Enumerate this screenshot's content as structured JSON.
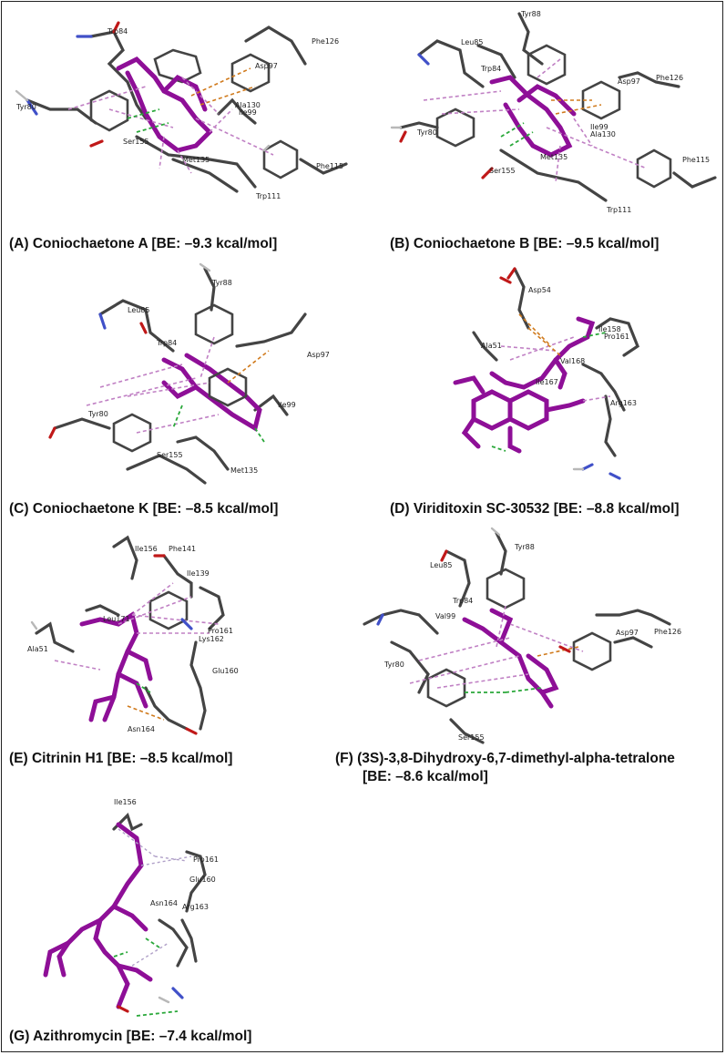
{
  "panels": [
    {
      "id": "A",
      "caption": "(A) Coniochaetone A [BE: –9.3 kcal/mol]",
      "residues": [
        "Trp84",
        "Asp97",
        "Phe126",
        "Tyr80",
        "Ala130",
        "Ile99",
        "Ser155",
        "Met135",
        "Phe115",
        "Trp111"
      ]
    },
    {
      "id": "B",
      "caption": "(B) Coniochaetone B [BE: –9.5 kcal/mol]",
      "residues": [
        "Tyr88",
        "Leu85",
        "Trp84",
        "Asp97",
        "Phe126",
        "Tyr80",
        "Ile99",
        "Ala130",
        "Ser155",
        "Met135",
        "Phe115",
        "Trp111"
      ]
    },
    {
      "id": "C",
      "caption": "(C) Coniochaetone K [BE: –8.5 kcal/mol]",
      "residues": [
        "Tyr88",
        "Leu85",
        "Trp84",
        "Asp97",
        "Ile99",
        "Tyr80",
        "Ser155",
        "Met135"
      ]
    },
    {
      "id": "D",
      "caption": "(D) Viriditoxin SC-30532 [BE: –8.8 kcal/mol]",
      "residues": [
        "Asp54",
        "Ile158",
        "Pro161",
        "Ala51",
        "Val168",
        "Ile167",
        "Arg163"
      ]
    },
    {
      "id": "E",
      "caption": "(E) Citrinin H1 [BE: –8.5 kcal/mol]",
      "residues": [
        "Ile156",
        "Phe141",
        "Ile139",
        "Leu171",
        "Pro161",
        "Lys162",
        "Ala51",
        "Glu160",
        "Asn164"
      ]
    },
    {
      "id": "F",
      "caption_line1": "(F) (3S)-3,8-Dihydroxy-6,7-dimethyl-alpha-tetralone",
      "caption_line2": "[BE: –8.6 kcal/mol]",
      "residues": [
        "Tyr88",
        "Leu85",
        "Trp84",
        "Val99",
        "Asp97",
        "Phe126",
        "Tyr80",
        "Ser155"
      ]
    },
    {
      "id": "G",
      "caption": "(G) Azithromycin [BE: –7.4 kcal/mol]",
      "residues": [
        "Ile156",
        "Pro161",
        "Glu160",
        "Arg163",
        "Asn164"
      ]
    }
  ],
  "colors": {
    "ligand": "#8e0f97",
    "residue": "#444444",
    "oxygen": "#c01818",
    "nitrogen": "#4050c8",
    "pi_interaction": "#c080c4",
    "hydrogen_bond": "#2aa83a",
    "electrostatic": "#d07a1c"
  }
}
